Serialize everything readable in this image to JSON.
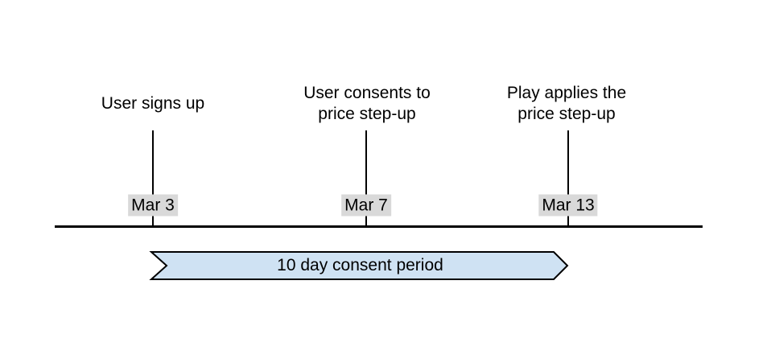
{
  "diagram": {
    "type": "timeline",
    "events": [
      {
        "label": "User signs up",
        "date": "Mar 3"
      },
      {
        "label": "User consents to\nprice step-up",
        "date": "Mar 7"
      },
      {
        "label": "Play applies the\nprice step-up",
        "date": "Mar 13"
      }
    ],
    "banner": {
      "label": "10 day consent period"
    },
    "colors": {
      "background": "#ffffff",
      "line": "#000000",
      "text": "#000000",
      "date_chip_bg": "#d9d9d9",
      "banner_fill": "#cfe2f3",
      "banner_border": "#000000"
    }
  }
}
